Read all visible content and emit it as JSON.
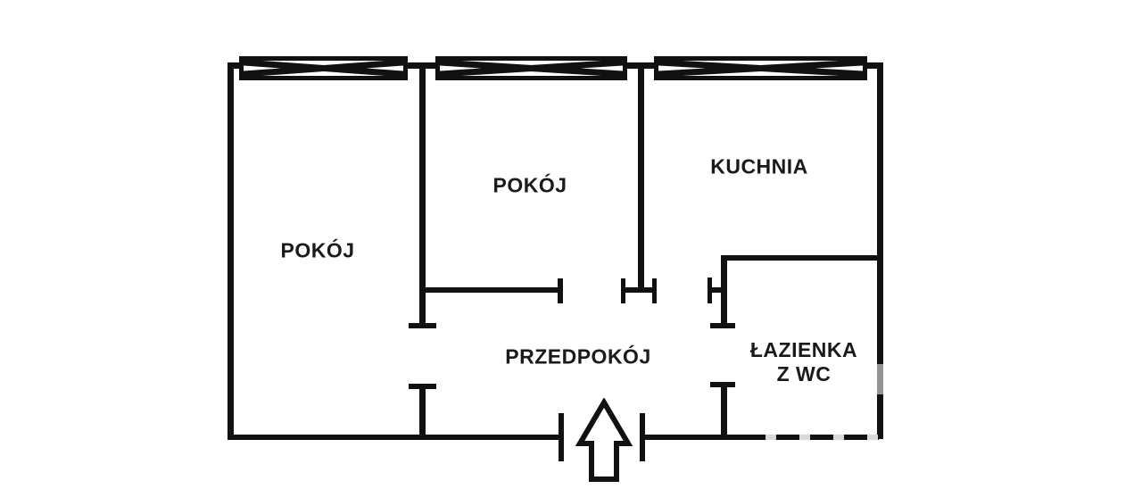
{
  "plan": {
    "type": "apartment-floor-plan",
    "rooms": {
      "room_left": {
        "label": "POKÓJ"
      },
      "room_middle": {
        "label": "POKÓJ"
      },
      "kitchen": {
        "label": "KUCHNIA"
      },
      "hallway": {
        "label": "PRZEDPOKÓJ"
      },
      "bathroom": {
        "line1": "ŁAZIENKA",
        "line2": "Z WC"
      }
    },
    "icons": {
      "entrance_arrow": "up-arrow-entrance",
      "window_symbol": "crossed-window"
    },
    "colors": {
      "wall": "#111111",
      "background": "#ffffff",
      "text": "#1a1a1a"
    }
  }
}
